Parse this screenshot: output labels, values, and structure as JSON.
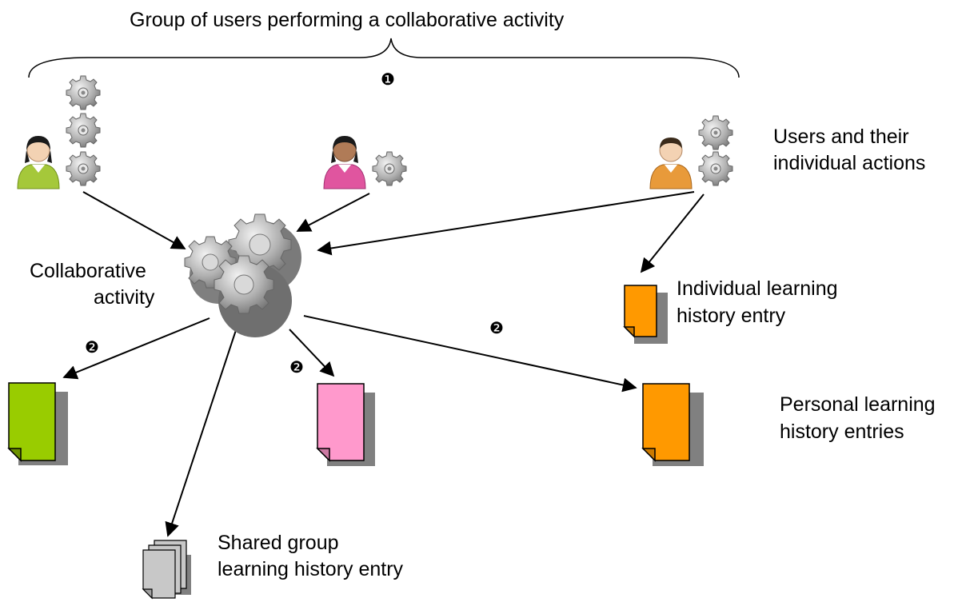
{
  "title": "Group of users performing a collaborative activity",
  "markers": {
    "step1": "❶",
    "step2": "❷"
  },
  "labels": {
    "users_actions_line1": "Users and their",
    "users_actions_line2": "individual actions",
    "collab_line1": "Collaborative",
    "collab_line2": "activity",
    "individual_line1": "Individual learning",
    "individual_line2": "history entry",
    "personal_line1": "Personal learning",
    "personal_line2": "history entries",
    "shared_line1": "Shared group",
    "shared_line2": "learning history entry"
  },
  "colors": {
    "green": "#99cc00",
    "pink": "#ff99cc",
    "orange": "#ff9900",
    "gray": "#c8c8c8",
    "shadow": "#808080",
    "gear": "#a8a8a8"
  },
  "icons": {
    "user": "user-icon",
    "gear": "gear-icon",
    "document": "document-icon"
  }
}
